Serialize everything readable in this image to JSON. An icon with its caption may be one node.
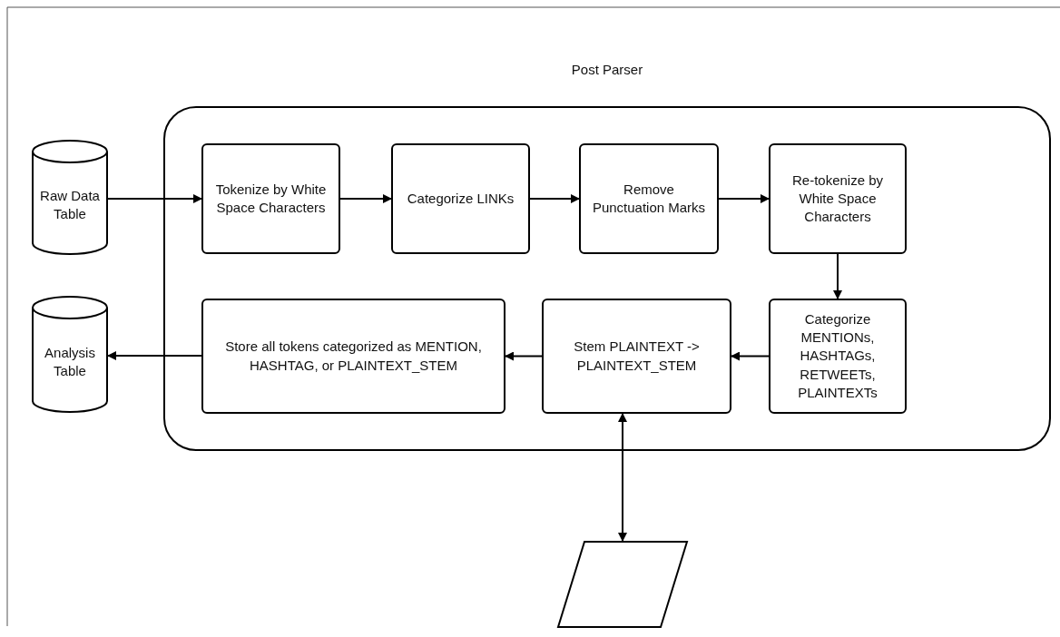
{
  "diagram": {
    "nodes": [
      {
        "text": [
          "Post Parser"
        ]
      },
      {
        "text": [
          "Raw Data Table"
        ]
      },
      {
        "text": [
          "Tokenize by White Space Characters"
        ],
        "in": 0
      },
      {
        "text": [
          "Categorize LINKs"
        ],
        "in": 0
      },
      {
        "text": [
          "Remove Punctuation Marks"
        ],
        "in": 0
      },
      {
        "text": [
          "Re-tokenize by White Space Characters"
        ],
        "in": 0
      },
      {
        "text": [
          "Categorize MENTIONs, HASHTAGs, RETWEETs, PLAINTEXTs"
        ],
        "in": 0
      },
      {
        "text": [
          "Stem PLAINTEXT -> PLAINTEXT_STEM"
        ],
        "in": 0
      },
      {
        "text": [
          "Store all tokens categorized as MENTION, HASHTAG, or PLAINTEXT_STEM"
        ],
        "in": 0
      },
      {
        "text": [
          "Analysis Table"
        ]
      },
      {
        "text": [],
        "shape": "parallelogram"
      }
    ],
    "edges": [
      {
        "from": 1,
        "to": 2,
        "arrow": "to"
      },
      {
        "from": 2,
        "to": 3,
        "arrow": "to"
      },
      {
        "from": 3,
        "to": 4,
        "arrow": "to"
      },
      {
        "from": 4,
        "to": 5,
        "arrow": "to"
      },
      {
        "from": 5,
        "to": 6,
        "arrow": "to"
      },
      {
        "from": 6,
        "to": 7,
        "arrow": "to"
      },
      {
        "from": 7,
        "to": 8,
        "arrow": "to"
      },
      {
        "from": 8,
        "to": 9,
        "arrow": "to"
      },
      {
        "from": 7,
        "to": 10,
        "arrow": "both"
      }
    ]
  }
}
